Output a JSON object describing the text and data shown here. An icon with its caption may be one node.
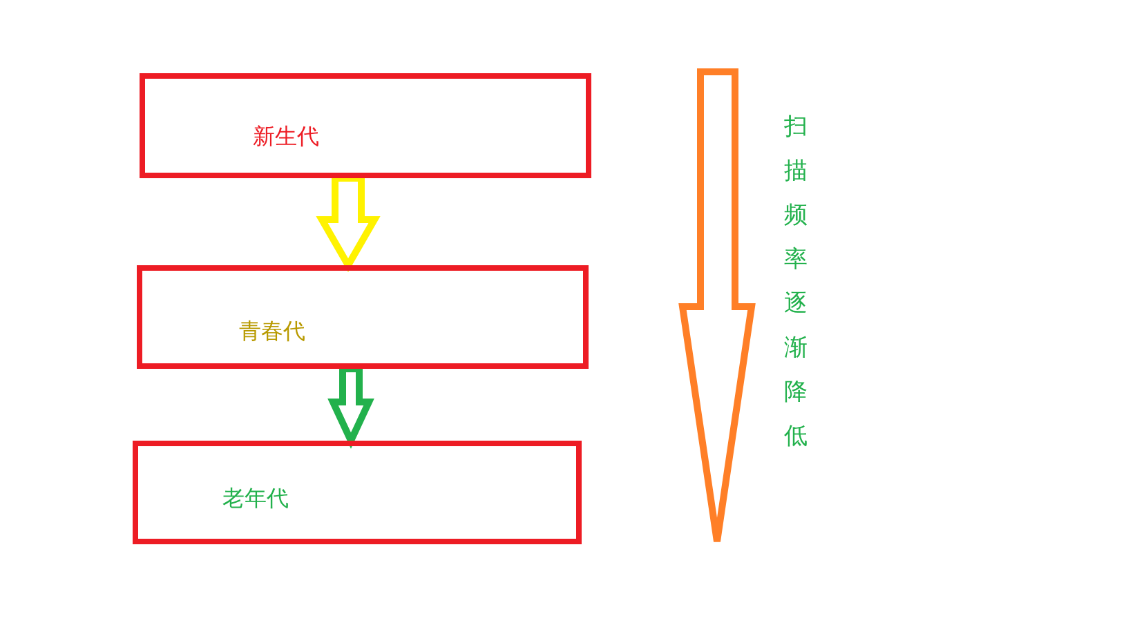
{
  "diagram": {
    "nodes": [
      {
        "text": [
          "新生代"
        ]
      },
      {
        "text": [
          "青春代"
        ]
      },
      {
        "text": [
          "老年代"
        ]
      }
    ],
    "edges": [
      {
        "from": 0,
        "to": 1,
        "arrow": "to",
        "color": "#fff200"
      },
      {
        "from": 1,
        "to": 2,
        "arrow": "to",
        "color": "#22b14c"
      }
    ],
    "labels": [
      "扫描频率逐渐降低"
    ]
  }
}
